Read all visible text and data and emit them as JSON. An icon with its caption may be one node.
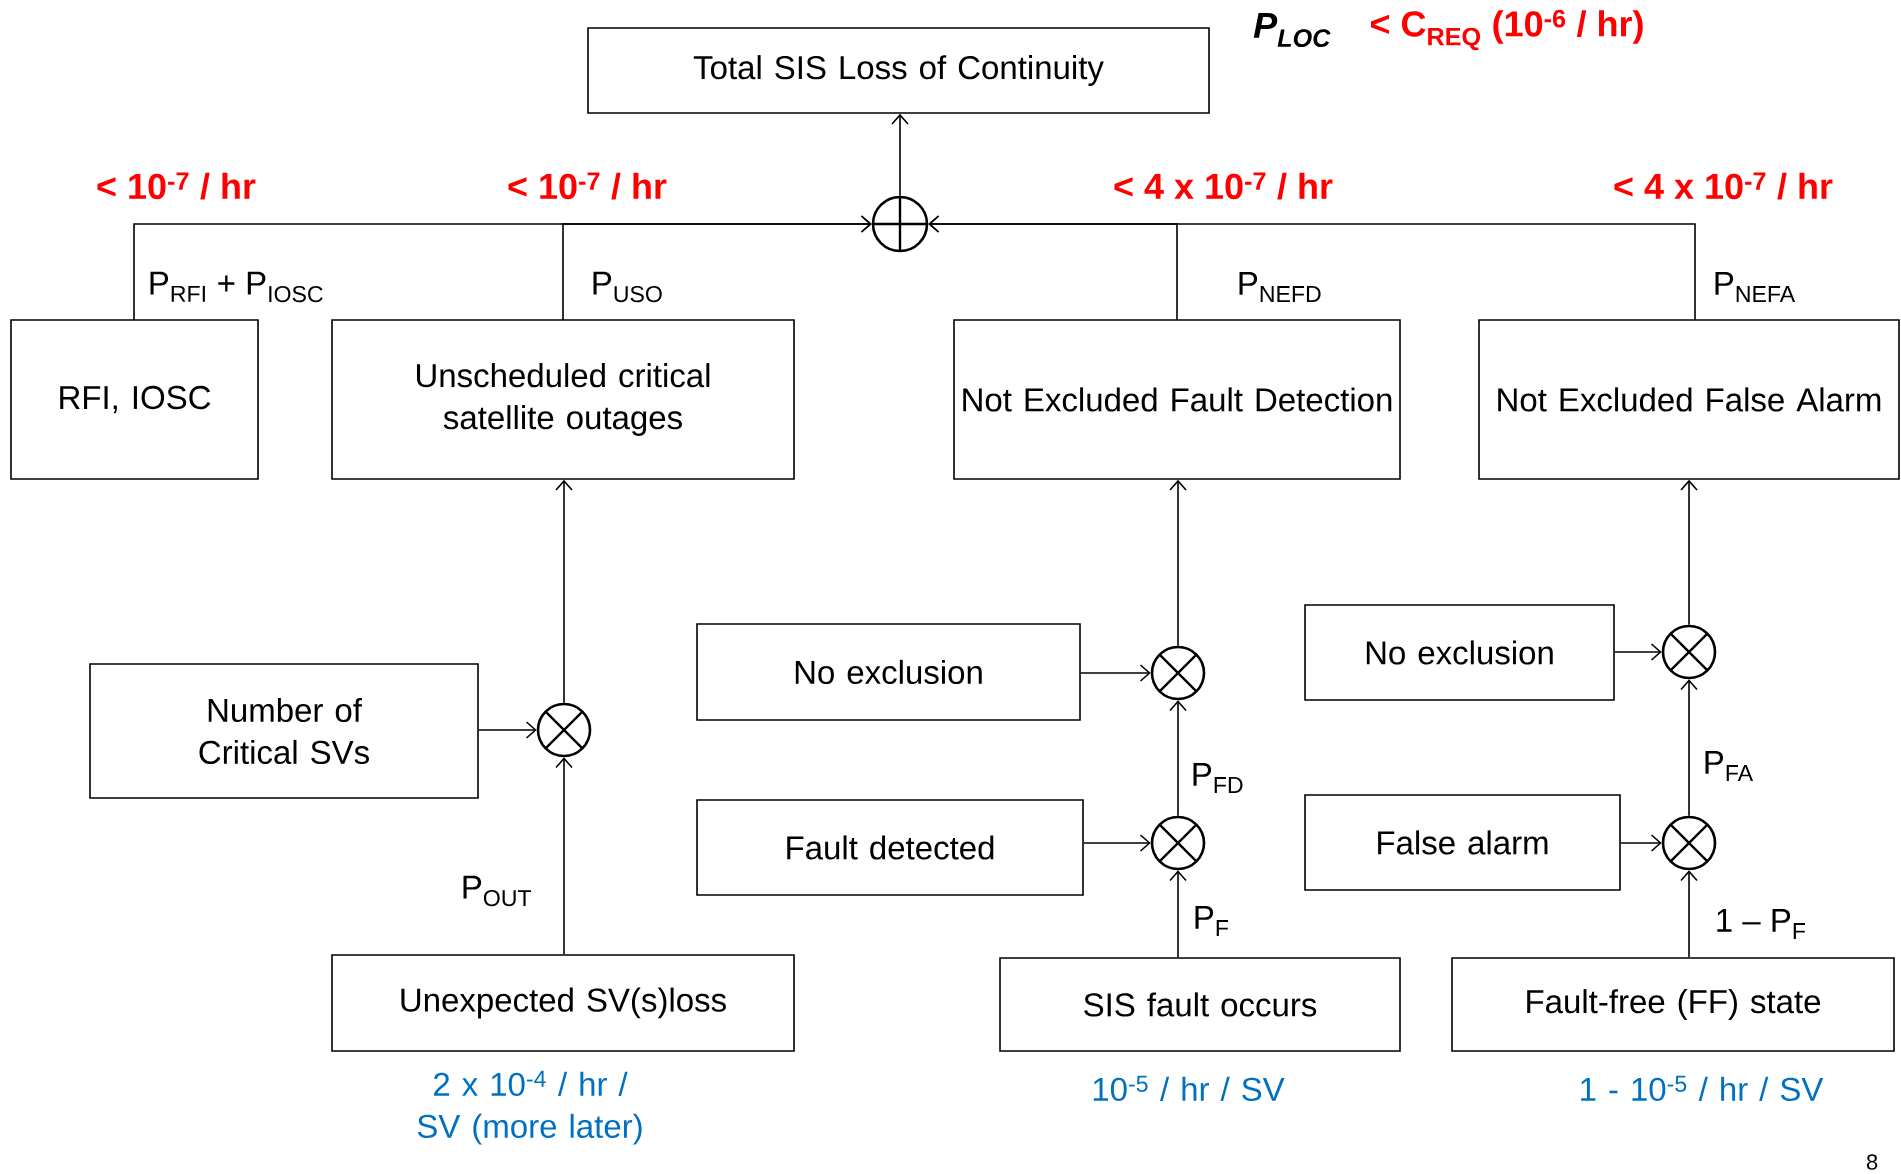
{
  "diagram": {
    "nodes": [
      {
        "text": [
          "Total SIS Loss of Continuity"
        ]
      },
      {
        "text": [],
        "shape": "circle"
      },
      {
        "text": [
          "RFI, IOSC"
        ]
      },
      {
        "text": [
          "Unscheduled critical satellite outages"
        ]
      },
      {
        "text": [
          "Not Excluded Fault Detection"
        ]
      },
      {
        "text": [
          "Not Excluded False Alarm"
        ]
      },
      {
        "text": [
          "Number of Critical SVs"
        ]
      },
      {
        "text": [],
        "shape": "circle"
      },
      {
        "text": [
          "Unexpected SV(s)loss"
        ],
        "beside": [
          "2 x 10$^{-4}$ / hr / SV (more later)"
        ]
      },
      {
        "text": [
          "No exclusion"
        ]
      },
      {
        "text": [],
        "shape": "circle"
      },
      {
        "text": [
          "Fault detected"
        ]
      },
      {
        "text": [],
        "shape": "circle"
      },
      {
        "text": [
          "SIS fault occurs"
        ],
        "beside": [
          "10$^{-5}$ / hr / SV"
        ]
      },
      {
        "text": [
          "No exclusion"
        ]
      },
      {
        "text": [],
        "shape": "circle"
      },
      {
        "text": [
          "False alarm"
        ]
      },
      {
        "text": [],
        "shape": "circle"
      },
      {
        "text": [
          "Fault-free (FF) state"
        ],
        "beside": [
          "1 - 10$^{-5}$ / hr / SV"
        ]
      }
    ],
    "edges": [
      {
        "from": 1,
        "to": 0,
        "arrow": "to"
      },
      {
        "from": 2,
        "to": 1,
        "arrow": "to",
        "label": "P$_{RFI}$ + P$_{IOSC}$"
      },
      {
        "from": 3,
        "to": 1,
        "arrow": "to",
        "label": "P$_{USO}$"
      },
      {
        "from": 4,
        "to": 1,
        "arrow": "to",
        "label": "P$_{NEFD}$"
      },
      {
        "from": 5,
        "to": 1,
        "arrow": "to",
        "label": "P$_{NEFA}$"
      },
      {
        "from": 7,
        "to": 3,
        "arrow": "to"
      },
      {
        "from": 6,
        "to": 7,
        "arrow": "to"
      },
      {
        "from": 8,
        "to": 7,
        "arrow": "to",
        "label": "P$_{OUT}$"
      },
      {
        "from": 10,
        "to": 4,
        "arrow": "to"
      },
      {
        "from": 9,
        "to": 10,
        "arrow": "to"
      },
      {
        "from": 12,
        "to": 10,
        "arrow": "to",
        "label": "P$_{FD}$"
      },
      {
        "from": 11,
        "to": 12,
        "arrow": "to"
      },
      {
        "from": 13,
        "to": 12,
        "arrow": "to",
        "label": "P$_{F}$"
      },
      {
        "from": 15,
        "to": 5,
        "arrow": "to"
      },
      {
        "from": 14,
        "to": 15,
        "arrow": "to"
      },
      {
        "from": 17,
        "to": 15,
        "arrow": "to",
        "label": "P$_{FA}$"
      },
      {
        "from": 16,
        "to": 17,
        "arrow": "to"
      },
      {
        "from": 18,
        "to": 17,
        "arrow": "to",
        "label": "1 – P$_{F}$"
      }
    ],
    "labels": [
      "P$_{LOC}$",
      "< C$_{REQ}$ (10$^{-6}$ / hr)",
      "< 10$^{-7}$ / hr",
      "< 10$^{-7}$ / hr",
      "< 4 x 10$^{-7}$ / hr",
      "< 4 x 10$^{-7}$ / hr",
      "8"
    ]
  }
}
